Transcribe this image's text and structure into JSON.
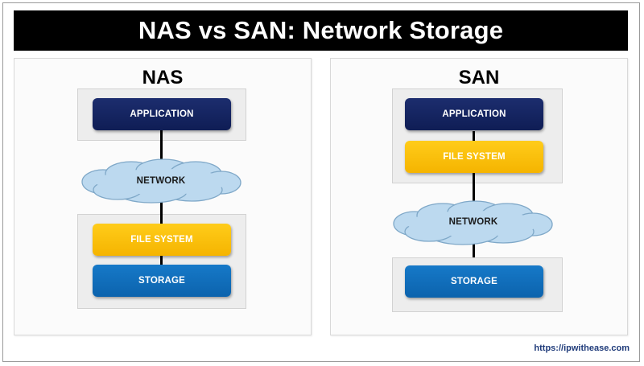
{
  "title": "NAS vs SAN: Network Storage",
  "nas": {
    "title": "NAS",
    "application": "APPLICATION",
    "network": "NETWORK",
    "file_system": "FILE SYSTEM",
    "storage": "STORAGE"
  },
  "san": {
    "title": "SAN",
    "application": "APPLICATION",
    "file_system": "FILE SYSTEM",
    "network": "NETWORK",
    "storage": "STORAGE"
  },
  "footer_url": "https://ipwithease.com",
  "colors": {
    "application": "#162566",
    "file_system": "#fbbc0d",
    "storage": "#1170bf",
    "cloud": "#bcd9ef",
    "title_bar": "#000000"
  }
}
